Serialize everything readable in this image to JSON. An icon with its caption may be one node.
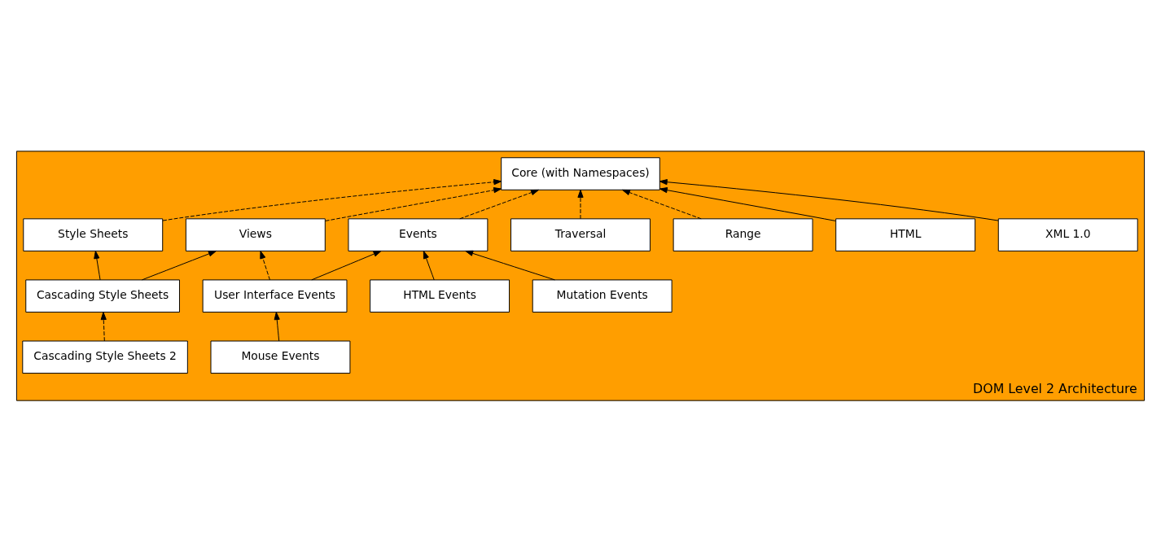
{
  "diagram": {
    "nodes": [
      {
        "text": [
          "DOM Level 2 Architecture"
        ]
      },
      {
        "text": [
          "Core (with Namespaces)"
        ],
        "in": 0
      },
      {
        "text": [
          "XML 1.0"
        ],
        "in": 0
      },
      {
        "text": [
          "HTML"
        ],
        "in": 0
      },
      {
        "text": [
          "Range"
        ],
        "in": 0
      },
      {
        "text": [
          "Traversal"
        ],
        "in": 0
      },
      {
        "text": [
          "Views"
        ],
        "in": 0
      },
      {
        "text": [
          "Events"
        ],
        "in": 0
      },
      {
        "text": [
          "Style Sheets"
        ],
        "in": 0
      },
      {
        "text": [
          "Mutation Events"
        ],
        "in": 0
      },
      {
        "text": [
          "HTML Events"
        ],
        "in": 0
      },
      {
        "text": [
          "User Interface Events"
        ],
        "in": 0
      },
      {
        "text": [
          "Cascading Style Sheets"
        ],
        "in": 0
      },
      {
        "text": [
          "Mouse Events"
        ],
        "in": 0
      },
      {
        "text": [
          "Cascading Style Sheets 2"
        ],
        "in": 0
      }
    ],
    "edges": [
      {
        "from": 2,
        "to": 1,
        "arrow": "to"
      },
      {
        "from": 3,
        "to": 1,
        "arrow": "to"
      },
      {
        "from": 4,
        "to": 1,
        "arrow": "to",
        "style": "dashed"
      },
      {
        "from": 5,
        "to": 1,
        "arrow": "to",
        "style": "dashed"
      },
      {
        "from": 6,
        "to": 1,
        "arrow": "to",
        "style": "dashed"
      },
      {
        "from": 7,
        "to": 1,
        "arrow": "to",
        "style": "dashed"
      },
      {
        "from": 8,
        "to": 1,
        "arrow": "to",
        "style": "dashed"
      },
      {
        "from": 9,
        "to": 7,
        "arrow": "to"
      },
      {
        "from": 10,
        "to": 7,
        "arrow": "to"
      },
      {
        "from": 11,
        "to": 7,
        "arrow": "to"
      },
      {
        "from": 11,
        "to": 6,
        "arrow": "to",
        "style": "dashed"
      },
      {
        "from": 12,
        "to": 6,
        "arrow": "to"
      },
      {
        "from": 12,
        "to": 8,
        "arrow": "to"
      },
      {
        "from": 13,
        "to": 11,
        "arrow": "to"
      },
      {
        "from": 14,
        "to": 12,
        "arrow": "to",
        "style": "dashed"
      }
    ]
  }
}
